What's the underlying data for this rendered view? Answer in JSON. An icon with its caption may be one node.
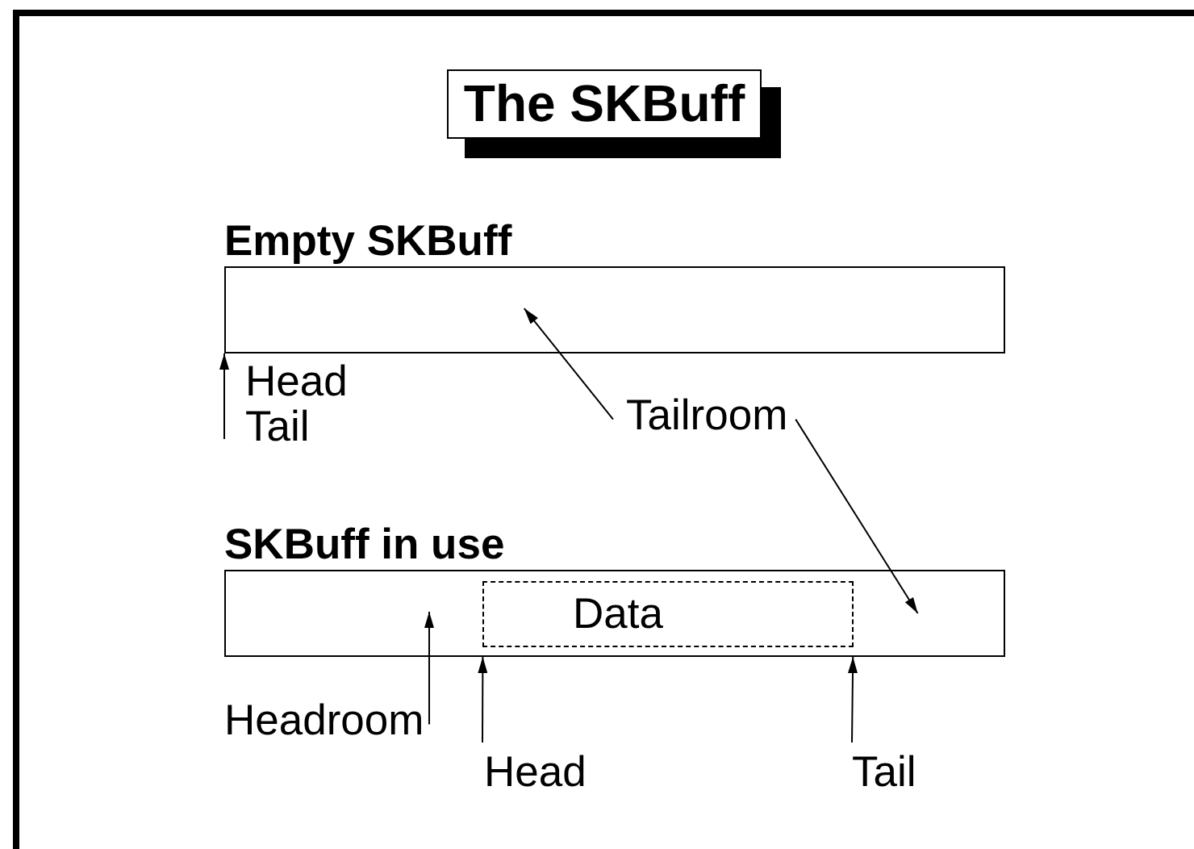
{
  "diagram": {
    "title": "The SKBuff",
    "nodes": [
      {
        "text": [
          "Empty SKBuff"
        ]
      },
      {
        "text": [
          "Head",
          "Tail"
        ]
      },
      {
        "text": [
          "Tailroom"
        ]
      },
      {
        "text": [
          "SKBuff in use"
        ]
      },
      {
        "text": [
          "Data"
        ],
        "in": 3
      },
      {
        "text": [
          "Headroom"
        ]
      },
      {
        "text": [
          "Head"
        ]
      },
      {
        "text": [
          "Tail"
        ]
      }
    ],
    "edges": [
      {
        "from": 1,
        "to": 0,
        "arrow": "to"
      },
      {
        "from": 2,
        "to": 0,
        "arrow": "to"
      },
      {
        "from": 2,
        "to": 3,
        "arrow": "to"
      },
      {
        "from": 5,
        "to": null,
        "arrow": "to"
      },
      {
        "from": 6,
        "to": 3,
        "arrow": "to"
      },
      {
        "from": 7,
        "to": 3,
        "arrow": "to"
      }
    ]
  }
}
